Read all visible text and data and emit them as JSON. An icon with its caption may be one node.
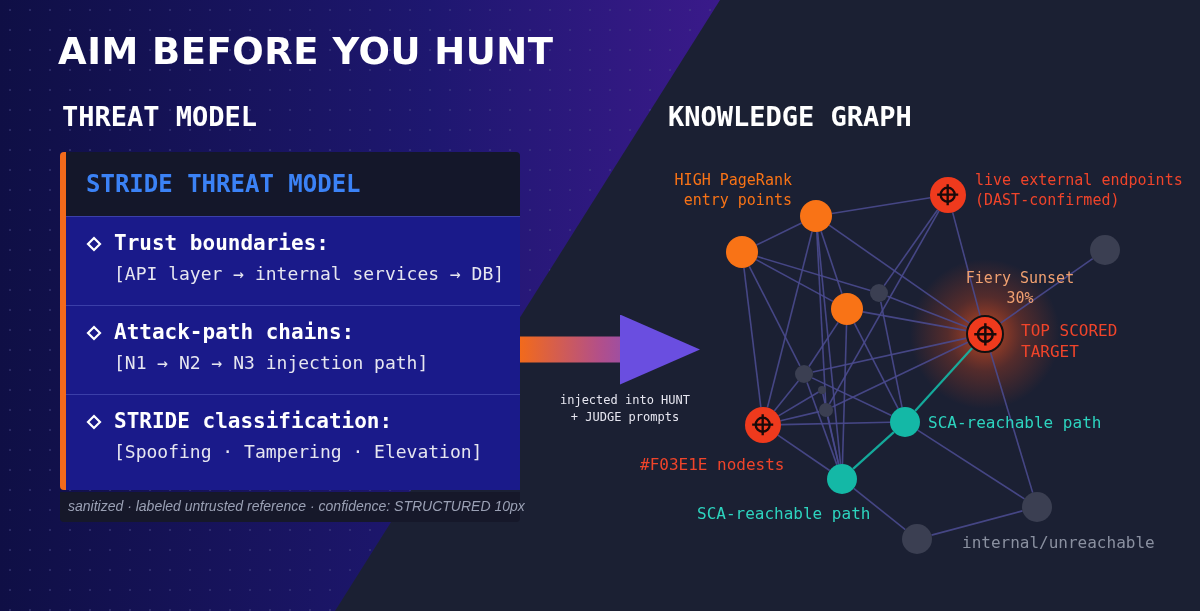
{
  "diagram": {
    "title": "AIM BEFORE YOU HUNT",
    "nodes": [
      {
        "text": [
          "STRIDE THREAT MODEL"
        ],
        "beside": [
          "sanitized · labeled untrusted reference · confidence: STRUCTURED 10px"
        ]
      },
      {
        "text": [
          "Trust boundaries:",
          "[API layer → internal services → DB]"
        ],
        "in": 0
      },
      {
        "text": [
          "Attack-path chains:",
          "[N1 → N2 → N3 injection path]"
        ],
        "in": 0
      },
      {
        "text": [
          "STRIDE classification:",
          "[Spoofing · Tampering · Elevation]"
        ],
        "in": 0
      },
      {
        "text": [],
        "shape": "circle",
        "beside": [
          "HIGH PageRank entry points"
        ]
      },
      {
        "text": [],
        "shape": "circle",
        "beside": [
          "live external endpoints (DAST-confirmed)"
        ]
      },
      {
        "text": [],
        "shape": "circle"
      },
      {
        "text": [],
        "shape": "circle"
      },
      {
        "text": [],
        "shape": "circle"
      },
      {
        "text": [],
        "shape": "circle"
      },
      {
        "text": [],
        "shape": "circle",
        "beside": [
          "Fiery Sunset 30%",
          "TOP SCORED TARGET"
        ]
      },
      {
        "text": [],
        "shape": "circle"
      },
      {
        "text": [],
        "shape": "circle"
      },
      {
        "text": [],
        "shape": "circle"
      },
      {
        "text": [],
        "shape": "circle",
        "beside": [
          "SCA-reachable path"
        ]
      },
      {
        "text": [],
        "shape": "circle",
        "beside": [
          "#F03E1E nodests"
        ]
      },
      {
        "text": [],
        "shape": "circle",
        "beside": [
          "SCA-reachable path"
        ]
      },
      {
        "text": [],
        "shape": "circle",
        "beside": [
          "internal/unreachable"
        ]
      },
      {
        "text": [],
        "shape": "circle"
      }
    ],
    "edges": [
      {
        "from": 2,
        "to": null,
        "arrow": "to",
        "style": "thick",
        "label": "injected into HUNT + JUDGE prompts"
      },
      {
        "from": 4,
        "to": 6,
        "arrow": "none"
      },
      {
        "from": 4,
        "to": 5,
        "arrow": "none"
      },
      {
        "from": 4,
        "to": 9,
        "arrow": "none"
      },
      {
        "from": 4,
        "to": 10,
        "arrow": "none"
      },
      {
        "from": 4,
        "to": 15,
        "arrow": "none"
      },
      {
        "from": 4,
        "to": 16,
        "arrow": "none"
      },
      {
        "from": 4,
        "to": 13,
        "arrow": "none"
      },
      {
        "from": 6,
        "to": 9,
        "arrow": "none"
      },
      {
        "from": 6,
        "to": 15,
        "arrow": "none"
      },
      {
        "from": 6,
        "to": 11,
        "arrow": "none"
      },
      {
        "from": 6,
        "to": 8,
        "arrow": "none"
      },
      {
        "from": 9,
        "to": 10,
        "arrow": "none"
      },
      {
        "from": 9,
        "to": 14,
        "arrow": "none"
      },
      {
        "from": 9,
        "to": 16,
        "arrow": "none"
      },
      {
        "from": 9,
        "to": 11,
        "arrow": "none"
      },
      {
        "from": 5,
        "to": 8,
        "arrow": "none"
      },
      {
        "from": 5,
        "to": 10,
        "arrow": "none"
      },
      {
        "from": 5,
        "to": 13,
        "arrow": "none"
      },
      {
        "from": 7,
        "to": 10,
        "arrow": "none"
      },
      {
        "from": 10,
        "to": 8,
        "arrow": "none"
      },
      {
        "from": 10,
        "to": 11,
        "arrow": "none"
      },
      {
        "from": 10,
        "to": 13,
        "arrow": "none"
      },
      {
        "from": 10,
        "to": 14,
        "arrow": "none",
        "color": "#14b8a6"
      },
      {
        "from": 10,
        "to": 17,
        "arrow": "none"
      },
      {
        "from": 14,
        "to": 16,
        "arrow": "none",
        "color": "#14b8a6"
      },
      {
        "from": 8,
        "to": 14,
        "arrow": "none"
      },
      {
        "from": 11,
        "to": 14,
        "arrow": "none"
      },
      {
        "from": 15,
        "to": 14,
        "arrow": "none"
      },
      {
        "from": 15,
        "to": 16,
        "arrow": "none"
      },
      {
        "from": 15,
        "to": 13,
        "arrow": "none"
      },
      {
        "from": 15,
        "to": 12,
        "arrow": "none"
      },
      {
        "from": 16,
        "to": 13,
        "arrow": "none"
      },
      {
        "from": 16,
        "to": 18,
        "arrow": "none"
      },
      {
        "from": 14,
        "to": 17,
        "arrow": "none"
      },
      {
        "from": 17,
        "to": 18,
        "arrow": "none"
      },
      {
        "from": 15,
        "to": 11,
        "arrow": "none"
      },
      {
        "from": 11,
        "to": 16,
        "arrow": "none"
      },
      {
        "from": 12,
        "to": 16,
        "arrow": "none"
      }
    ],
    "labels": [
      "THREAT MODEL",
      "KNOWLEDGE GRAPH"
    ]
  }
}
